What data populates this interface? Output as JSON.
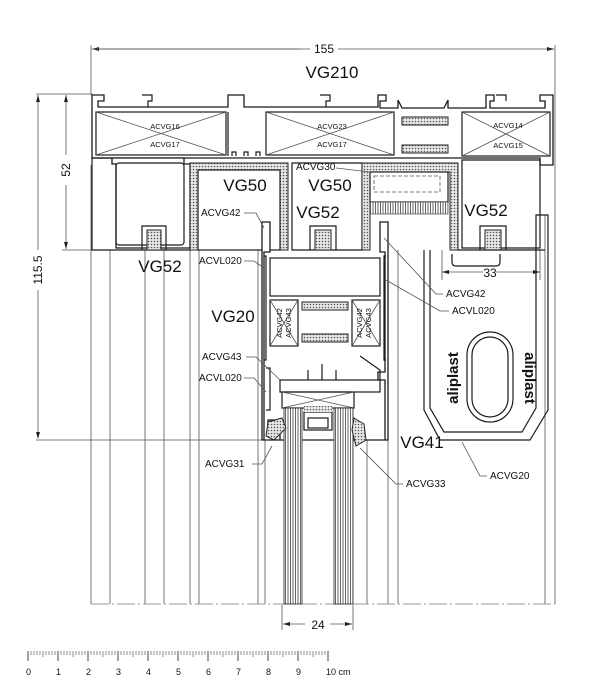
{
  "drawing": {
    "title_profile": "VG210",
    "dimensions": {
      "overall_width": "155",
      "height_upper": "52",
      "height_total": "115.5",
      "width_right": "33",
      "glass_width": "24"
    },
    "profile_labels": {
      "vg52_left": "VG52",
      "vg50_a": "VG50",
      "vg50_b": "VG50",
      "vg52_mid": "VG52",
      "vg52_right": "VG52",
      "vg20": "VG20",
      "vg41": "VG41"
    },
    "insert_labels": {
      "top_left_1": "ACVG16",
      "top_left_2": "ACVG17",
      "top_mid_1": "ACVG23",
      "top_mid_2": "ACVG17",
      "top_right_1": "ACVG14",
      "top_right_2": "ACVG15",
      "vg20_left_1": "ACVG42",
      "vg20_left_2": "ACVG43",
      "vg20_right_1": "ACVG42",
      "vg20_right_2": "ACVG43"
    },
    "callouts": {
      "acvg30": "ACVG30",
      "acvg42_left": "ACVG42",
      "acvl020_left": "ACVL020",
      "acvg42_right": "ACVG42",
      "acvl020_right": "ACVL020",
      "acvg43": "ACVG43",
      "acvl020_lower": "ACVL020",
      "acvg31": "ACVG31",
      "acvg33": "ACVG33",
      "acvg20": "ACVG20"
    },
    "brand_left": "aliplast",
    "brand_right": "aliplast"
  },
  "ruler": {
    "labels": [
      "0",
      "1",
      "2",
      "3",
      "4",
      "5",
      "6",
      "7",
      "8",
      "9",
      "10 cm"
    ],
    "unit": "cm"
  }
}
